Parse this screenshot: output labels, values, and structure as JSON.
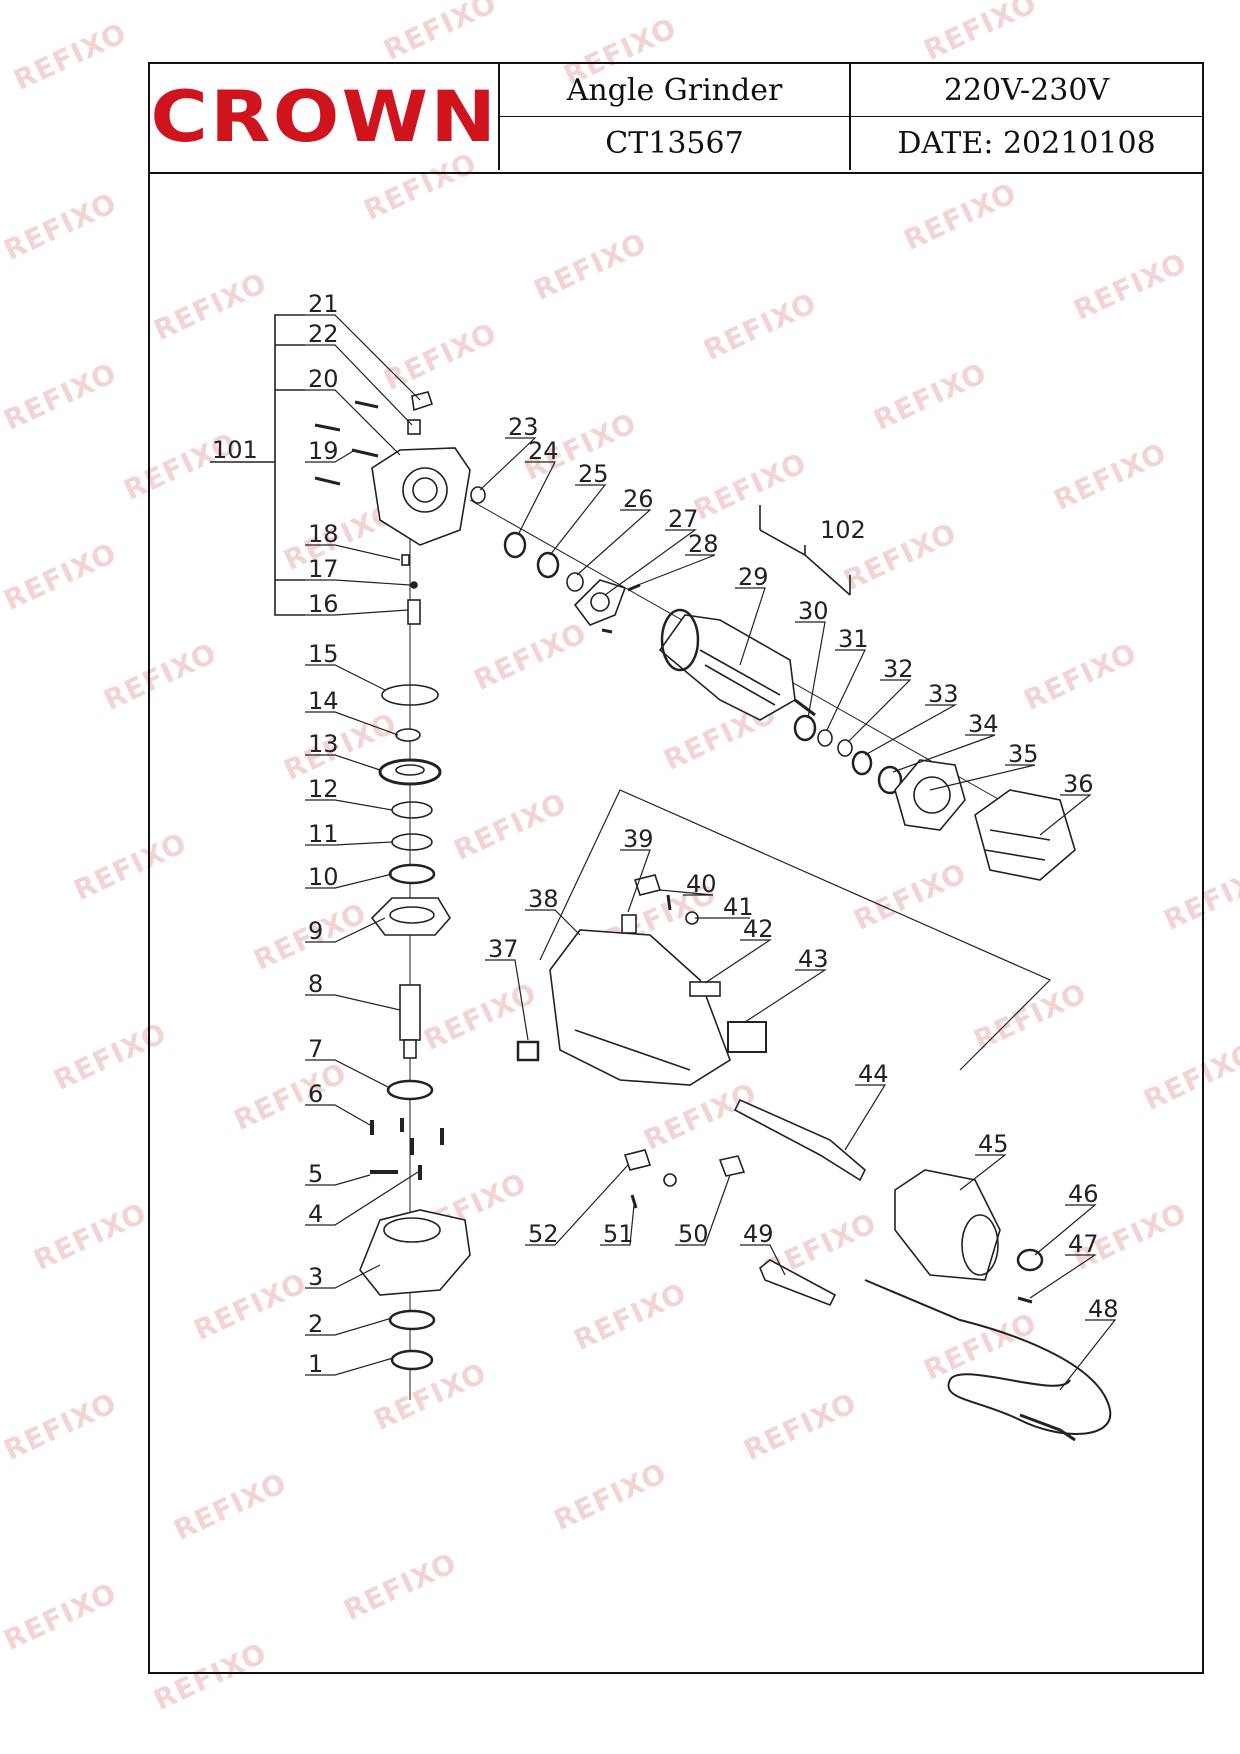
{
  "title_block": {
    "brand": "CROWN",
    "product_name": "Angle Grinder",
    "model": "CT13567",
    "voltage": "220V-230V",
    "date": "DATE: 20210108",
    "brand_color": "#d0141e"
  },
  "watermark": "REFIXO",
  "part_numbers": {
    "p1": "1",
    "p2": "2",
    "p3": "3",
    "p4": "4",
    "p5": "5",
    "p6": "6",
    "p7": "7",
    "p8": "8",
    "p9": "9",
    "p10": "10",
    "p11": "11",
    "p12": "12",
    "p13": "13",
    "p14": "14",
    "p15": "15",
    "p16": "16",
    "p17": "17",
    "p18": "18",
    "p19": "19",
    "p20": "20",
    "p21": "21",
    "p22": "22",
    "p23": "23",
    "p24": "24",
    "p25": "25",
    "p26": "26",
    "p27": "27",
    "p28": "28",
    "p29": "29",
    "p30": "30",
    "p31": "31",
    "p32": "32",
    "p33": "33",
    "p34": "34",
    "p35": "35",
    "p36": "36",
    "p37": "37",
    "p38": "38",
    "p39": "39",
    "p40": "40",
    "p41": "41",
    "p42": "42",
    "p43": "43",
    "p44": "44",
    "p45": "45",
    "p46": "46",
    "p47": "47",
    "p48": "48",
    "p49": "49",
    "p50": "50",
    "p51": "51",
    "p52": "52",
    "p101": "101",
    "p102": "102"
  }
}
